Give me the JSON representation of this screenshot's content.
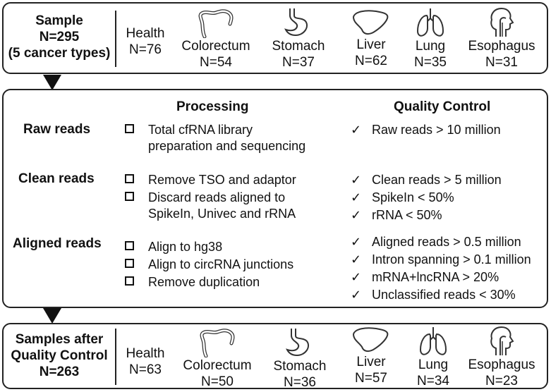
{
  "top": {
    "summary": {
      "line1": "Sample",
      "line2": "N=295",
      "line3": "(5 cancer types)"
    },
    "groups": [
      {
        "name": "Health",
        "n": "N=76",
        "icon": "none"
      },
      {
        "name": "Colorectum",
        "n": "N=54",
        "icon": "colon-icon"
      },
      {
        "name": "Stomach",
        "n": "N=37",
        "icon": "stomach-icon"
      },
      {
        "name": "Liver",
        "n": "N=62",
        "icon": "liver-icon"
      },
      {
        "name": "Lung",
        "n": "N=35",
        "icon": "lungs-icon"
      },
      {
        "name": "Esophagus",
        "n": "N=31",
        "icon": "esophagus-icon"
      }
    ]
  },
  "process": {
    "processing_heading": "Processing",
    "qc_heading": "Quality Control",
    "stages": [
      {
        "label": "Raw reads",
        "steps": [
          "Total cfRNA library",
          "preparation and sequencing"
        ],
        "checks": [
          "Raw reads > 10 million"
        ]
      },
      {
        "label": "Clean reads",
        "steps": [
          "Remove TSO and adaptor",
          "Discard reads aligned to",
          "SpikeIn, Univec and rRNA"
        ],
        "checks": [
          "Clean reads > 5 million",
          "SpikeIn < 50%",
          "rRNA < 50%"
        ]
      },
      {
        "label": "Aligned reads",
        "steps": [
          "Align to hg38",
          "Align to circRNA junctions",
          "Remove duplication"
        ],
        "checks": [
          "Aligned reads > 0.5 million",
          "Intron spanning > 0.1 million",
          "mRNA+lncRNA > 20%",
          "Unclassified reads < 30%"
        ]
      }
    ]
  },
  "bottom": {
    "summary": {
      "line1": "Samples after",
      "line2": "Quality Control",
      "line3": "N=263"
    },
    "groups": [
      {
        "name": "Health",
        "n": "N=63",
        "icon": "none"
      },
      {
        "name": "Colorectum",
        "n": "N=50",
        "icon": "colon-icon"
      },
      {
        "name": "Stomach",
        "n": "N=36",
        "icon": "stomach-icon"
      },
      {
        "name": "Liver",
        "n": "N=57",
        "icon": "liver-icon"
      },
      {
        "name": "Lung",
        "n": "N=34",
        "icon": "lungs-icon"
      },
      {
        "name": "Esophagus",
        "n": "N=23",
        "icon": "esophagus-icon"
      }
    ]
  }
}
